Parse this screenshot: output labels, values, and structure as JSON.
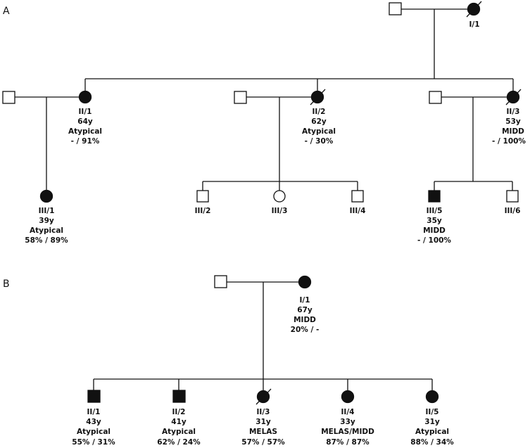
{
  "panels": [
    {
      "label": "A"
    },
    {
      "label": "B"
    }
  ],
  "individuals": {
    "a_I_1": {
      "lines": [
        "I/1"
      ]
    },
    "a_II_1": {
      "lines": [
        "II/1",
        "64y",
        "Atypical",
        "- / 91%"
      ]
    },
    "a_II_2": {
      "lines": [
        "II/2",
        "62y",
        "Atypical",
        "- / 30%"
      ]
    },
    "a_II_3": {
      "lines": [
        "II/3",
        "53y",
        "MIDD",
        "- / 100%"
      ]
    },
    "a_III_1": {
      "lines": [
        "III/1",
        "39y",
        "Atypical",
        "58% / 89%"
      ]
    },
    "a_III_2": {
      "lines": [
        "III/2"
      ]
    },
    "a_III_3": {
      "lines": [
        "III/3"
      ]
    },
    "a_III_4": {
      "lines": [
        "III/4"
      ]
    },
    "a_III_5": {
      "lines": [
        "III/5",
        "35y",
        "MIDD",
        "- / 100%"
      ]
    },
    "a_III_6": {
      "lines": [
        "III/6"
      ]
    },
    "b_I_1": {
      "lines": [
        "I/1",
        "67y",
        "MIDD",
        "20% / -"
      ]
    },
    "b_II_1": {
      "lines": [
        "II/1",
        "43y",
        "Atypical",
        "55% / 31%"
      ]
    },
    "b_II_2": {
      "lines": [
        "II/2",
        "41y",
        "Atypical",
        "62% / 24%"
      ]
    },
    "b_II_3": {
      "lines": [
        "II/3",
        "31y",
        "MELAS",
        "57% / 57%"
      ]
    },
    "b_II_4": {
      "lines": [
        "II/4",
        "33y",
        "MELAS/MIDD",
        "87% / 87%"
      ]
    },
    "b_II_5": {
      "lines": [
        "II/5",
        "31y",
        "Atypical",
        "88% / 34%"
      ]
    }
  }
}
